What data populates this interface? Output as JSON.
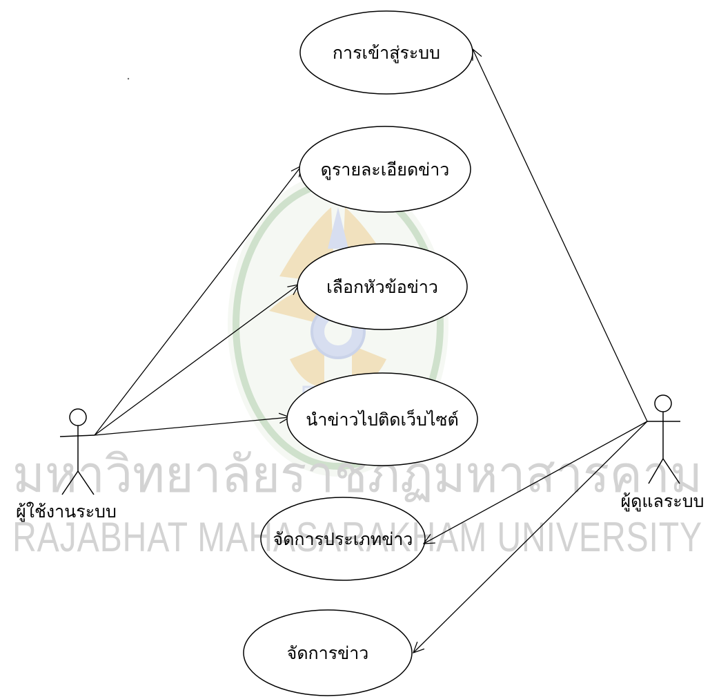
{
  "actors": {
    "user": {
      "label": "ผู้ใช้งานระบบ"
    },
    "admin": {
      "label": "ผู้ดูแลระบบ"
    }
  },
  "use_cases": [
    {
      "id": "login",
      "label": "การเข้าสู่ระบบ"
    },
    {
      "id": "view-news-detail",
      "label": "ดูรายละเอียดข่าว"
    },
    {
      "id": "select-headline",
      "label": "เลือกหัวข้อข่าว"
    },
    {
      "id": "embed-news",
      "label": "นำข่าวไปติดเว็บไซต์"
    },
    {
      "id": "manage-news-category",
      "label": "จัดการประเภทข่าว"
    },
    {
      "id": "manage-news",
      "label": "จัดการข่าว"
    }
  ],
  "associations": [
    {
      "from": "user",
      "to": "view-news-detail"
    },
    {
      "from": "user",
      "to": "select-headline"
    },
    {
      "from": "user",
      "to": "embed-news"
    },
    {
      "from": "admin",
      "to": "login"
    },
    {
      "from": "admin",
      "to": "manage-news-category"
    },
    {
      "from": "admin",
      "to": "manage-news"
    }
  ],
  "watermark": {
    "thai": "มหาวิทยาลัยราชภัฏมหาสารคาม",
    "english": "RAJABHAT MAHASARAKHAM UNIVERSITY"
  },
  "colors": {
    "line": "#000000",
    "watermark_text": "#d3d3d3",
    "seal_gold": "#e6c98a",
    "seal_green": "#a9c9a4",
    "seal_blue": "#b8c4e4"
  }
}
